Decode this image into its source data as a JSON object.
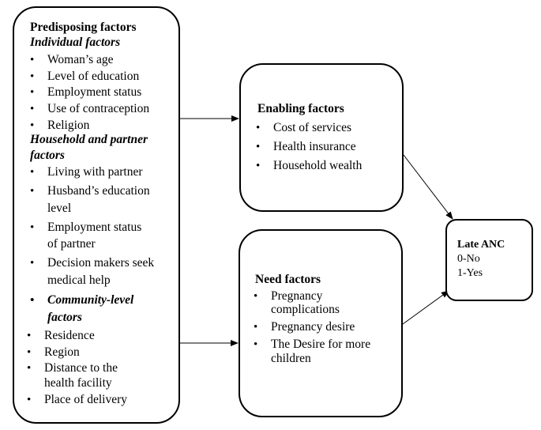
{
  "predisposing": {
    "title": "Predisposing factors",
    "individual_heading": "Individual factors",
    "individual_items": [
      "Woman’s age",
      "Level of education",
      "Employment status",
      "Use of contraception",
      "Religion"
    ],
    "household_heading_line1": "Household and partner",
    "household_heading_line2": "factors",
    "household_items": [
      "Living with partner",
      "Husband’s education",
      "level",
      "Employment status",
      "of partner",
      "Decision makers seek",
      "medical help"
    ],
    "community_heading_line1": "Community-level",
    "community_heading_line2": "factors",
    "community_items": [
      "Residence",
      "Region",
      "Distance to the",
      "health facility",
      "Place of delivery"
    ]
  },
  "enabling": {
    "title": "Enabling factors",
    "items": [
      "Cost of services",
      "Health insurance",
      "Household wealth"
    ]
  },
  "need": {
    "title": "Need factors",
    "items": [
      "Pregnancy",
      "complications",
      "Pregnancy desire",
      "The Desire for more",
      "children"
    ]
  },
  "outcome": {
    "title": "Late ANC",
    "options": [
      "0-No",
      "1-Yes"
    ]
  }
}
